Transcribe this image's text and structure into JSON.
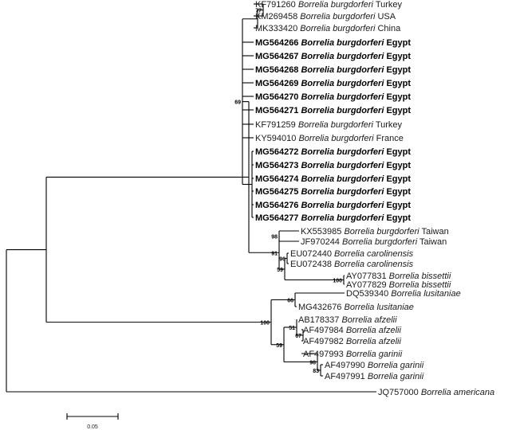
{
  "tree": {
    "leaves": [
      {
        "id": "L1",
        "accession": "KF791260",
        "species": "Borrelia burgdorferi",
        "location": "Turkey",
        "bold": false
      },
      {
        "id": "L2",
        "accession": "KM269458",
        "species": "Borrelia burgdorferi",
        "location": "USA",
        "bold": false
      },
      {
        "id": "L3",
        "accession": "MK333420",
        "species": "Borrelia burgdorferi",
        "location": "China",
        "bold": false
      },
      {
        "id": "L4",
        "accession": "MG564266",
        "species": "Borrelia burgdorferi",
        "location": "Egypt",
        "bold": true
      },
      {
        "id": "L5",
        "accession": "MG564267",
        "species": "Borrelia burgdorferi",
        "location": "Egypt",
        "bold": true
      },
      {
        "id": "L6",
        "accession": "MG564268",
        "species": "Borrelia burgdorferi",
        "location": "Egypt",
        "bold": true
      },
      {
        "id": "L7",
        "accession": "MG564269",
        "species": "Borrelia burgdorferi",
        "location": "Egypt",
        "bold": true
      },
      {
        "id": "L8",
        "accession": "MG564270",
        "species": "Borrelia burgdorferi",
        "location": "Egypt",
        "bold": true
      },
      {
        "id": "L9",
        "accession": "MG564271",
        "species": "Borrelia burgdorferi",
        "location": "Egypt",
        "bold": true
      },
      {
        "id": "L10",
        "accession": "KF791259",
        "species": "Borrelia burgdorferi",
        "location": "Turkey",
        "bold": false
      },
      {
        "id": "L11",
        "accession": "KY594010",
        "species": "Borrelia burgdorferi",
        "location": "France",
        "bold": false
      },
      {
        "id": "L12",
        "accession": "MG564272",
        "species": "Borrelia burgdorferi",
        "location": "Egypt",
        "bold": true
      },
      {
        "id": "L13",
        "accession": "MG564273",
        "species": "Borrelia burgdorferi",
        "location": "Egypt",
        "bold": true
      },
      {
        "id": "L14",
        "accession": "MG564274",
        "species": "Borrelia burgdorferi",
        "location": "Egypt",
        "bold": true
      },
      {
        "id": "L15",
        "accession": "MG564275",
        "species": "Borrelia burgdorferi",
        "location": "Egypt",
        "bold": true
      },
      {
        "id": "L16",
        "accession": "MG564276",
        "species": "Borrelia burgdorferi",
        "location": "Egypt",
        "bold": true
      },
      {
        "id": "L17",
        "accession": "MG564277",
        "species": "Borrelia burgdorferi",
        "location": "Egypt",
        "bold": true
      },
      {
        "id": "L18",
        "accession": "KX553985",
        "species": "Borrelia burgdorferi",
        "location": "Taiwan",
        "bold": false
      },
      {
        "id": "L19",
        "accession": "JF970244",
        "species": "Borrelia burgdorferi",
        "location": "Taiwan",
        "bold": false
      },
      {
        "id": "L20",
        "accession": "EU072440",
        "species": "Borrelia carolinensis",
        "location": "",
        "bold": false
      },
      {
        "id": "L21",
        "accession": "EU072438",
        "species": "Borrelia carolinensis",
        "location": "",
        "bold": false
      },
      {
        "id": "L22",
        "accession": "AY077831",
        "species": "Borrelia bissettii",
        "location": "",
        "bold": false
      },
      {
        "id": "L23",
        "accession": "AY077829",
        "species": "Borrelia bissettii",
        "location": "",
        "bold": false
      },
      {
        "id": "L24",
        "accession": "DQ539340",
        "species": "Borrelia lusitaniae",
        "location": "",
        "bold": false
      },
      {
        "id": "L25",
        "accession": "MG432676",
        "species": "Borrelia lusitaniae",
        "location": "",
        "bold": false
      },
      {
        "id": "L26",
        "accession": "AB178337",
        "species": "Borrelia afzelii",
        "location": "",
        "bold": false
      },
      {
        "id": "L27",
        "accession": "AF497984",
        "species": "Borrelia afzelii",
        "location": "",
        "bold": false
      },
      {
        "id": "L28",
        "accession": "AF497982",
        "species": "Borrelia afzelii",
        "location": "",
        "bold": false
      },
      {
        "id": "L29",
        "accession": "AF497993",
        "species": "Borrelia garinii",
        "location": "",
        "bold": false
      },
      {
        "id": "L30",
        "accession": "AF497990",
        "species": "Borrelia garinii",
        "location": "",
        "bold": false
      },
      {
        "id": "L31",
        "accession": "AF497991",
        "species": "Borrelia garinii",
        "location": "",
        "bold": false
      },
      {
        "id": "L32",
        "accession": "JQ757000",
        "species": "Borrelia americana",
        "location": "",
        "bold": false
      }
    ],
    "bootstrap": [
      {
        "node": "N_turkey_usa",
        "value": "77"
      },
      {
        "node": "N_burg_main",
        "value": "69"
      },
      {
        "node": "N_taiwan",
        "value": "98"
      },
      {
        "node": "N_carol",
        "value": "96"
      },
      {
        "node": "N_caro_biss",
        "value": "91"
      },
      {
        "node": "N_biss_outer",
        "value": "59"
      },
      {
        "node": "N_biss",
        "value": "100"
      },
      {
        "node": "N_lusit",
        "value": "66"
      },
      {
        "node": "N_afz_ab",
        "value": "51"
      },
      {
        "node": "N_afz_pair",
        "value": "67"
      },
      {
        "node": "N_garinii",
        "value": "98"
      },
      {
        "node": "N_garinii_pair",
        "value": "83"
      },
      {
        "node": "N_afz_gar",
        "value": "59"
      },
      {
        "node": "N_group2",
        "value": "100"
      }
    ],
    "scale_bar": {
      "label": "0.05",
      "length": 0.05
    }
  }
}
